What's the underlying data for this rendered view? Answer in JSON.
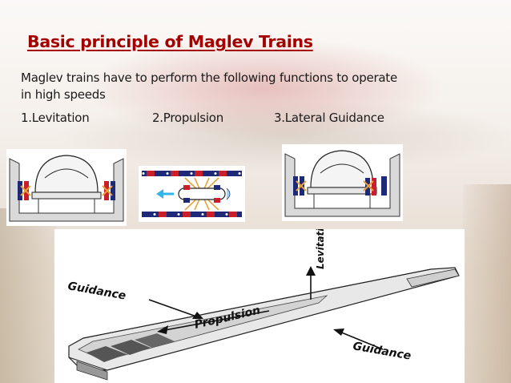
{
  "slide": {
    "title": "Basic principle of Maglev Trains",
    "intro_line1": "Maglev trains have to perform the following functions to operate",
    "intro_line2": "in high speeds",
    "functions": [
      "1.Levitation",
      "2.Propulsion",
      "3.Lateral Guidance"
    ]
  },
  "diagram": {
    "label_guidance_left": "Guidance",
    "label_propulsion": "Propulsion",
    "label_levitation": "Levitation",
    "label_guidance_right": "Guidance"
  },
  "colors": {
    "title": "#a40000",
    "magnet_red": "#c8202a",
    "magnet_blue": "#1e2a78",
    "arrow_cyan": "#35b4e8",
    "field_orange": "#e8a23c"
  }
}
